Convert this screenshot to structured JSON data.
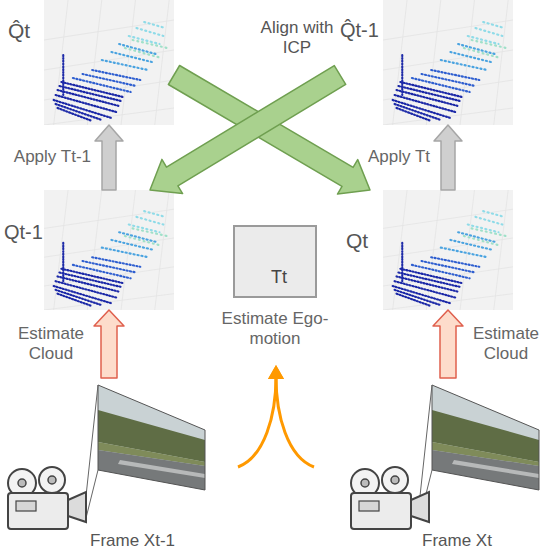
{
  "diagram": {
    "nodes": [
      {
        "text": [
          "Q̂t"
        ]
      },
      {
        "text": [
          "Q̂t-1"
        ]
      },
      {
        "text": [
          "Qt-1"
        ]
      },
      {
        "text": [
          "Tt",
          "Estimate Ego-motion"
        ]
      },
      {
        "text": [
          "Qt"
        ]
      },
      {
        "text": [
          "Frame Xt-1"
        ]
      },
      {
        "text": [
          "Frame Xt"
        ]
      }
    ],
    "edges": [
      {
        "from": 2,
        "to": 0,
        "label": "Apply Tt-1",
        "arrow": "to"
      },
      {
        "from": 4,
        "to": 1,
        "label": "Apply Tt",
        "arrow": "to"
      },
      {
        "from": 0,
        "to": 4,
        "arrow": "to"
      },
      {
        "from": 1,
        "to": 2,
        "arrow": "to"
      },
      {
        "from": 5,
        "to": 2,
        "label": "Estimate Cloud",
        "arrow": "to"
      },
      {
        "from": 6,
        "to": 4,
        "label": "Estimate Cloud",
        "arrow": "to"
      },
      {
        "from": 5,
        "to": 3,
        "arrow": "to"
      },
      {
        "from": 6,
        "to": 3,
        "arrow": "to"
      }
    ],
    "labels": [
      "Align with ICP"
    ]
  }
}
